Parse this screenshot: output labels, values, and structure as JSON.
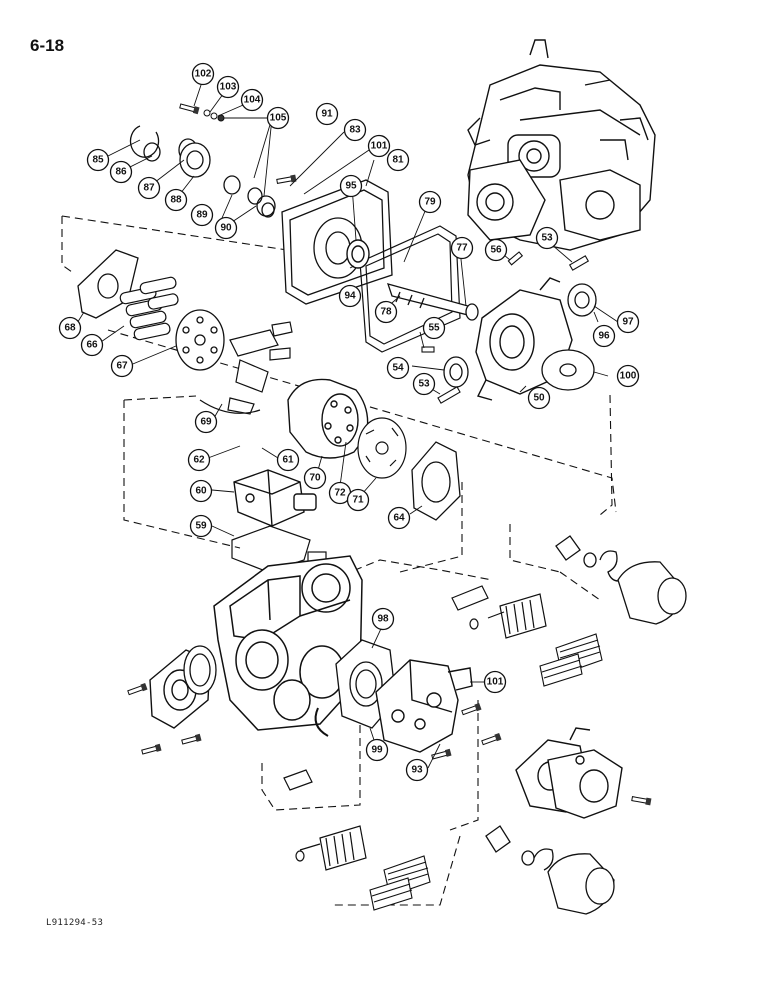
{
  "page_number": "6-18",
  "footer_code": "L911294-53",
  "callouts": [
    "102",
    "103",
    "104",
    "105",
    "91",
    "83",
    "101",
    "81",
    "85",
    "86",
    "87",
    "88",
    "89",
    "90",
    "95",
    "79",
    "77",
    "56",
    "53",
    "68",
    "66",
    "67",
    "94",
    "78",
    "55",
    "54",
    "53",
    "97",
    "96",
    "100",
    "50",
    "69",
    "62",
    "61",
    "60",
    "70",
    "72",
    "71",
    "64",
    "59",
    "98",
    "101",
    "99",
    "93"
  ],
  "colors": {
    "ink": "#111111",
    "paper": "#ffffff"
  }
}
